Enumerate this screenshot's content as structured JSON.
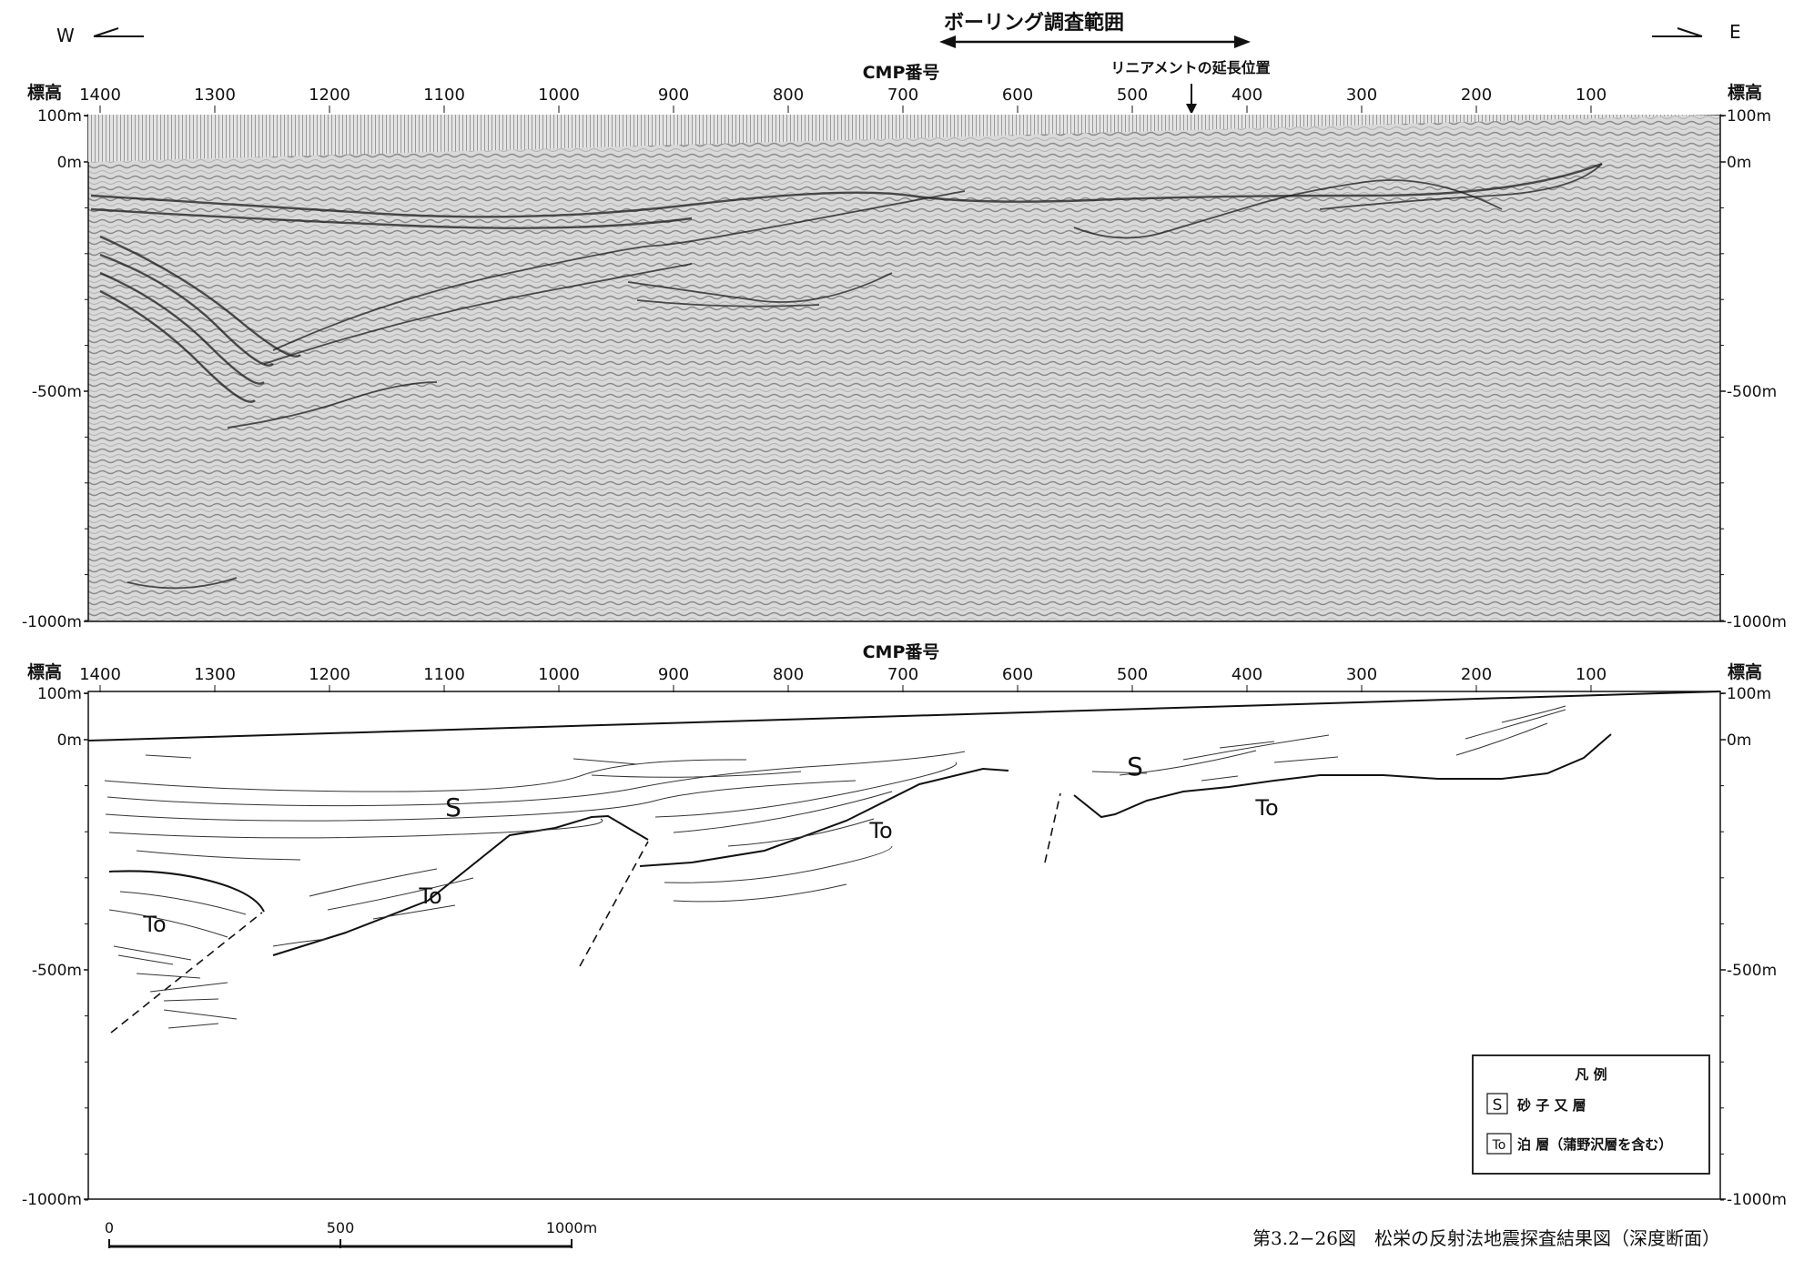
{
  "header": {
    "west_label": "W",
    "east_label": "E",
    "boring_label": "ボーリング調査範囲",
    "lineament_label": "リニアメントの延長位置"
  },
  "axes": {
    "cmp_title": "CMP番号",
    "elevation_title": "標高",
    "cmp_ticks": [
      "1400",
      "1300",
      "1200",
      "1100",
      "1000",
      "900",
      "800",
      "700",
      "600",
      "500",
      "400",
      "300",
      "200",
      "100"
    ],
    "depth_ticks_top": [
      "100m",
      "0m",
      "-500m",
      "-1000m"
    ],
    "depth_ticks_bottom": [
      "100m",
      "0m",
      "-500m",
      "-1000m"
    ],
    "depth_ticks_right": [
      "100m",
      "0m",
      "-500m",
      "-1000m"
    ]
  },
  "interpretation": {
    "unit_labels": [
      "S",
      "S",
      "To",
      "To",
      "To",
      "To"
    ]
  },
  "legend": {
    "title": "凡 例",
    "items": [
      {
        "symbol": "S",
        "label": "砂 子 又 層"
      },
      {
        "symbol": "To",
        "label": "泊 層（蒲野沢層を含む）"
      }
    ]
  },
  "scale_bar": {
    "labels": [
      "0",
      "500",
      "1000m"
    ]
  },
  "caption": {
    "text": "第3.2−26図　松栄の反射法地震探査結果図（深度断面）"
  }
}
